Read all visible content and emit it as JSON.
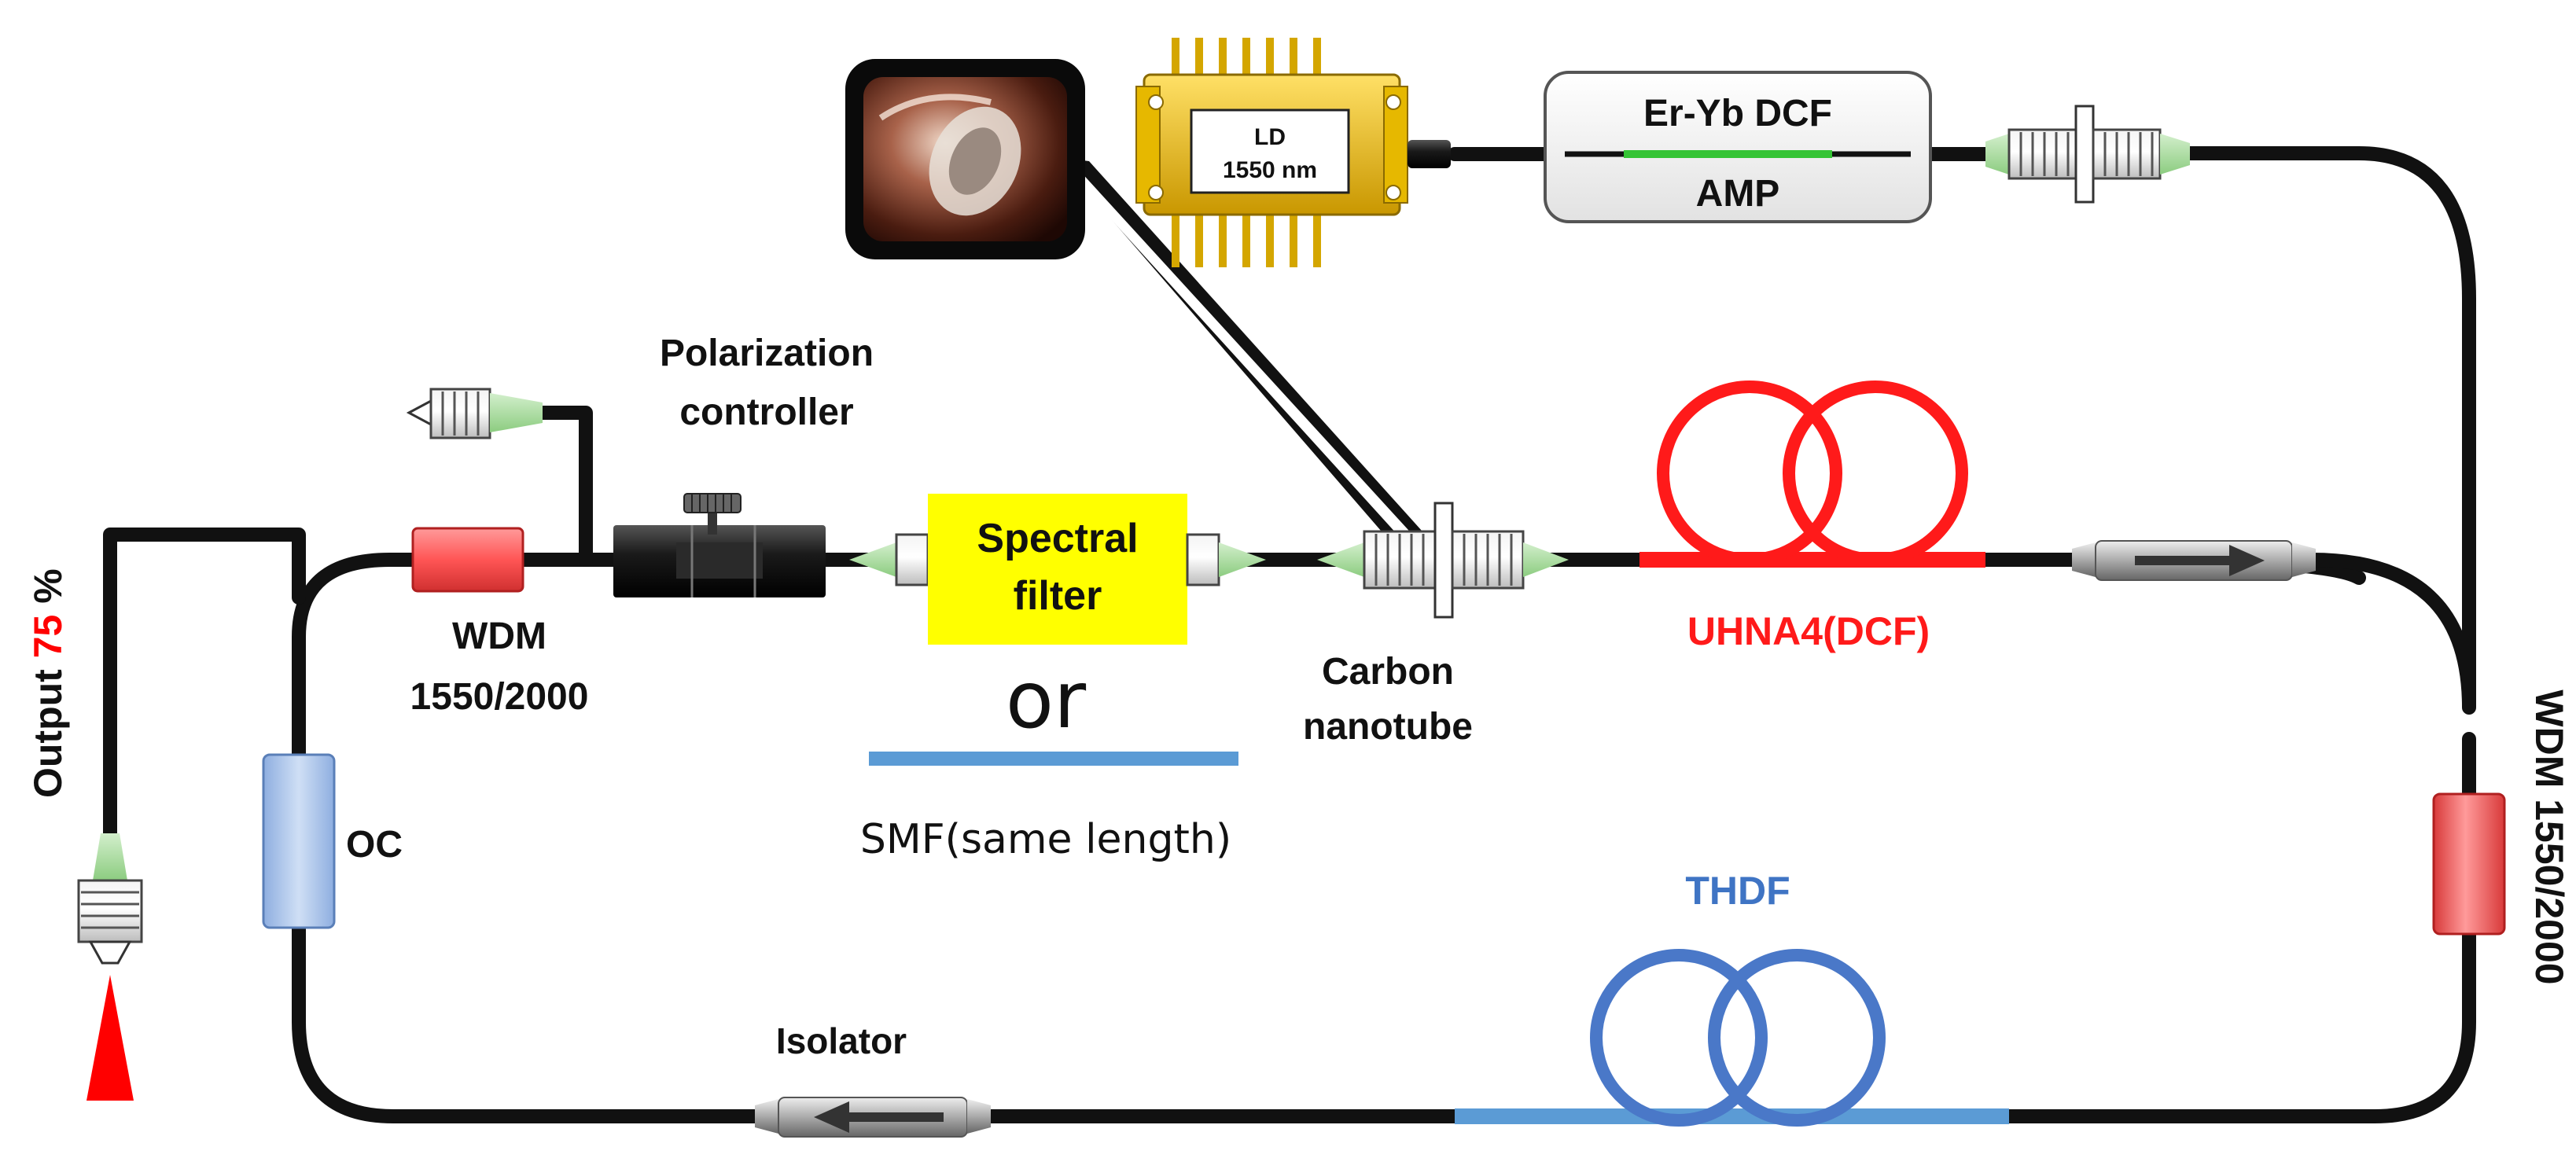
{
  "labels": {
    "ld_line1": "LD",
    "ld_line2": "1550 nm",
    "amp_top": "Er-Yb DCF",
    "amp_bottom": "AMP",
    "polarization_line1": "Polarization",
    "polarization_line2": "controller",
    "wdm_left_line1": "WDM",
    "wdm_left_line2": "1550/2000",
    "spectral_line1": "Spectral",
    "spectral_line2": "filter",
    "or": "or",
    "smf": "SMF(same length)",
    "cnt_line1": "Carbon",
    "cnt_line2": "nanotube",
    "uhna4": "UHNA4(DCF)",
    "wdm_right": "WDM 1550/2000",
    "output_prefix": "Output ",
    "output_value": "75",
    "output_suffix": " %",
    "oc": "OC",
    "thdf": "THDF",
    "isolator": "Isolator"
  },
  "colors": {
    "fiber": "#111111",
    "uhna4": "#ff1a1a",
    "thdf": "#4a78c8",
    "smf": "#5b9bd5",
    "spectral_filter": "#ffff00",
    "wdm": "#ff6b6b",
    "oc": "#a9c4e8",
    "connector_tip": "#a8d8a0",
    "output_arrow": "#ff0000",
    "ld_body": "#e6b800",
    "amp_fiber": "#35c435"
  }
}
